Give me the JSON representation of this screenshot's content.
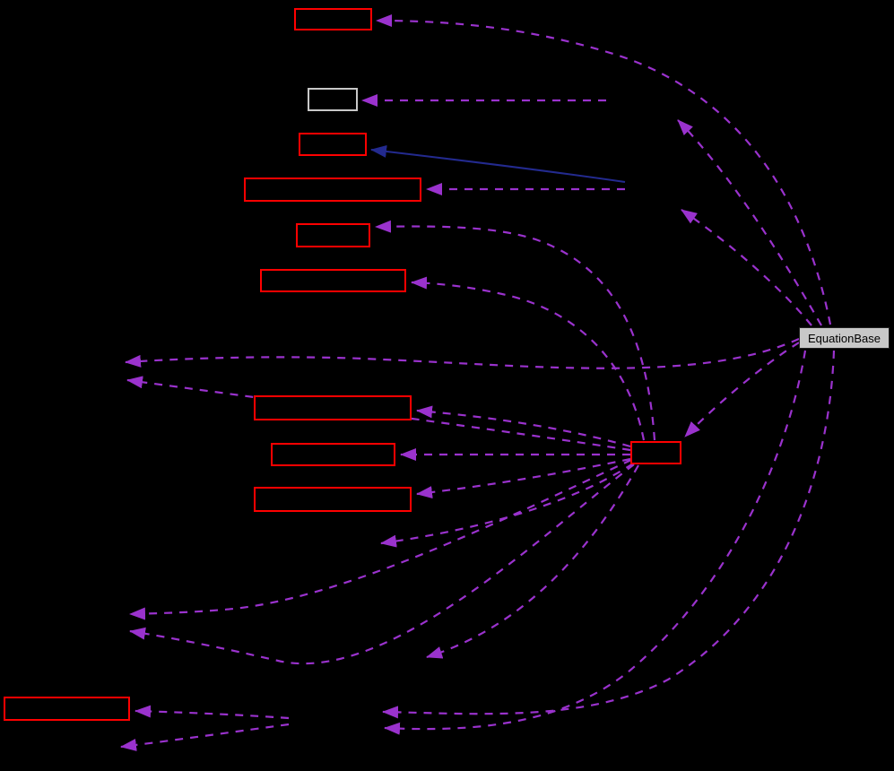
{
  "diagram": {
    "type": "collaboration-graph",
    "central_node": {
      "id": "equation-base",
      "label": "EquationBase"
    },
    "nodes": [
      {
        "id": "node-top",
        "label": "",
        "border": "red"
      },
      {
        "id": "node-plain",
        "label": "",
        "border": "gray"
      },
      {
        "id": "node-3",
        "label": "",
        "border": "red"
      },
      {
        "id": "node-4-wide",
        "label": "",
        "border": "red"
      },
      {
        "id": "node-5",
        "label": "",
        "border": "red"
      },
      {
        "id": "node-6",
        "label": "",
        "border": "red"
      },
      {
        "id": "node-7",
        "label": "",
        "border": "red"
      },
      {
        "id": "node-8",
        "label": "",
        "border": "red"
      },
      {
        "id": "node-9",
        "label": "",
        "border": "red"
      },
      {
        "id": "node-hub",
        "label": "",
        "border": "red"
      },
      {
        "id": "node-bottom-left",
        "label": "",
        "border": "red"
      }
    ],
    "edges": [
      {
        "from": "equation-base",
        "to": "node-top",
        "style": "dashed"
      },
      {
        "from": "equation-base",
        "to": "hidden-node-1",
        "style": "dashed"
      },
      {
        "from": "equation-base",
        "to": "hidden-node-2",
        "style": "dashed"
      },
      {
        "from": "equation-base",
        "to": "node-hub",
        "style": "dashed"
      },
      {
        "from": "equation-base",
        "to": "hidden-left-1",
        "style": "dashed"
      },
      {
        "from": "equation-base",
        "to": "hidden-bottom-1",
        "style": "dashed"
      },
      {
        "from": "equation-base",
        "to": "hidden-bottom-2",
        "style": "dashed"
      },
      {
        "from": "hidden-node-1",
        "to": "node-plain",
        "style": "dashed"
      },
      {
        "from": "hidden-node-2",
        "to": "node-3",
        "style": "solid-inheritance"
      },
      {
        "from": "hidden-node-2",
        "to": "node-4-wide",
        "style": "dashed"
      },
      {
        "from": "node-hub",
        "to": "node-5",
        "style": "dashed"
      },
      {
        "from": "node-hub",
        "to": "node-6",
        "style": "dashed"
      },
      {
        "from": "node-hub",
        "to": "node-7",
        "style": "dashed"
      },
      {
        "from": "node-hub",
        "to": "node-8",
        "style": "dashed"
      },
      {
        "from": "node-hub",
        "to": "node-9",
        "style": "dashed"
      },
      {
        "from": "node-hub",
        "to": "hidden-mid-1",
        "style": "dashed"
      },
      {
        "from": "node-hub",
        "to": "hidden-left-2",
        "style": "dashed"
      },
      {
        "from": "node-hub",
        "to": "hidden-left-3",
        "style": "dashed"
      },
      {
        "from": "node-hub",
        "to": "hidden-left-4",
        "style": "dashed"
      },
      {
        "from": "node-hub",
        "to": "hidden-bottom-3",
        "style": "dashed"
      },
      {
        "from": "hidden-bottom-4",
        "to": "node-bottom-left",
        "style": "dashed"
      },
      {
        "from": "hidden-bottom-4",
        "to": "hidden-left-5",
        "style": "dashed"
      }
    ],
    "colors": {
      "background": "#000000",
      "usage_edge": "#9a32cd",
      "inheritance_edge": "#232a8f",
      "truncated_node_border": "#ff0000",
      "plain_node_border": "#c8c8c8",
      "central_node_fill": "#c8c8c8",
      "central_node_text": "#000000"
    }
  }
}
